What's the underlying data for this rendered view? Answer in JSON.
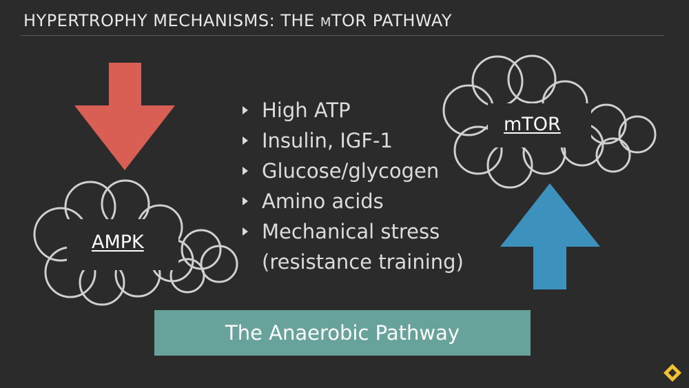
{
  "slide": {
    "title_part1": "HYPERTROPHY MECHANISMS: THE ",
    "title_small": "M",
    "title_part2": "TOR PATHWAY",
    "bullets": [
      "High ATP",
      "Insulin, IGF-1",
      "Glucose/glycogen",
      "Amino acids",
      "Mechanical stress"
    ],
    "bullet_continuation": "(resistance training)",
    "left_cloud_label": "AMPK",
    "right_cloud_label": "mTOR",
    "banner_label": "The Anaerobic Pathway"
  },
  "colors": {
    "background": "#2b2b2b",
    "down_arrow": "#d95f55",
    "up_arrow": "#3d91bd",
    "banner": "#67a39a",
    "logo": "#f2c230"
  },
  "icons": {
    "down_arrow": "arrow-down-icon",
    "up_arrow": "arrow-up-icon",
    "logo": "diamond-logo-icon"
  }
}
